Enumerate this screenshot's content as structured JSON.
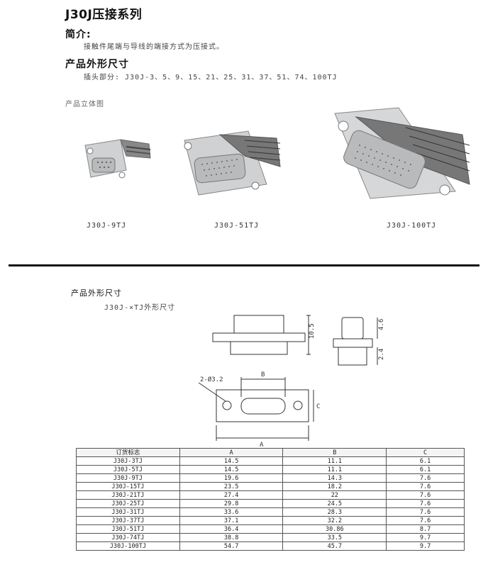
{
  "header": {
    "title": "J30J压接系列"
  },
  "intro": {
    "heading": "简介:",
    "text": "接触件尾端与导线的端接方式为压接式。"
  },
  "dimensions": {
    "heading": "产品外形尺寸",
    "plug_text": "插头部分: J30J-3、5、9、15、21、25、31、37、51、74、100TJ"
  },
  "views3d": {
    "heading": "产品立体图",
    "items": [
      {
        "label": "J30J-9TJ"
      },
      {
        "label": "J30J-51TJ"
      },
      {
        "label": "J30J-100TJ"
      }
    ]
  },
  "drawing": {
    "heading": "产品外形尺寸",
    "subheading": "J30J-×TJ外形尺寸",
    "dims": {
      "height_total": "10.5",
      "height_top": "4.6",
      "height_bottom": "2.4",
      "hole": "2-Ø3.2",
      "a": "A",
      "b": "B",
      "c": "C"
    }
  },
  "table": {
    "headers": [
      "订货标志",
      "A",
      "B",
      "C"
    ],
    "rows": [
      [
        "J30J-3TJ",
        "14.5",
        "11.1",
        "6.1"
      ],
      [
        "J30J-5TJ",
        "14.5",
        "11.1",
        "6.1"
      ],
      [
        "J30J-9TJ",
        "19.6",
        "14.3",
        "7.6"
      ],
      [
        "J30J-15TJ",
        "23.5",
        "18.2",
        "7.6"
      ],
      [
        "J30J-21TJ",
        "27.4",
        "22",
        "7.6"
      ],
      [
        "J30J-25TJ",
        "29.8",
        "24.5",
        "7.6"
      ],
      [
        "J30J-31TJ",
        "33.6",
        "28.3",
        "7.6"
      ],
      [
        "J30J-37TJ",
        "37.1",
        "32.2",
        "7.6"
      ],
      [
        "J30J-51TJ",
        "36.4",
        "30.86",
        "8.7"
      ],
      [
        "J30J-74TJ",
        "38.8",
        "33.5",
        "9.7"
      ],
      [
        "J30J-100TJ",
        "54.7",
        "45.7",
        "9.7"
      ]
    ]
  }
}
